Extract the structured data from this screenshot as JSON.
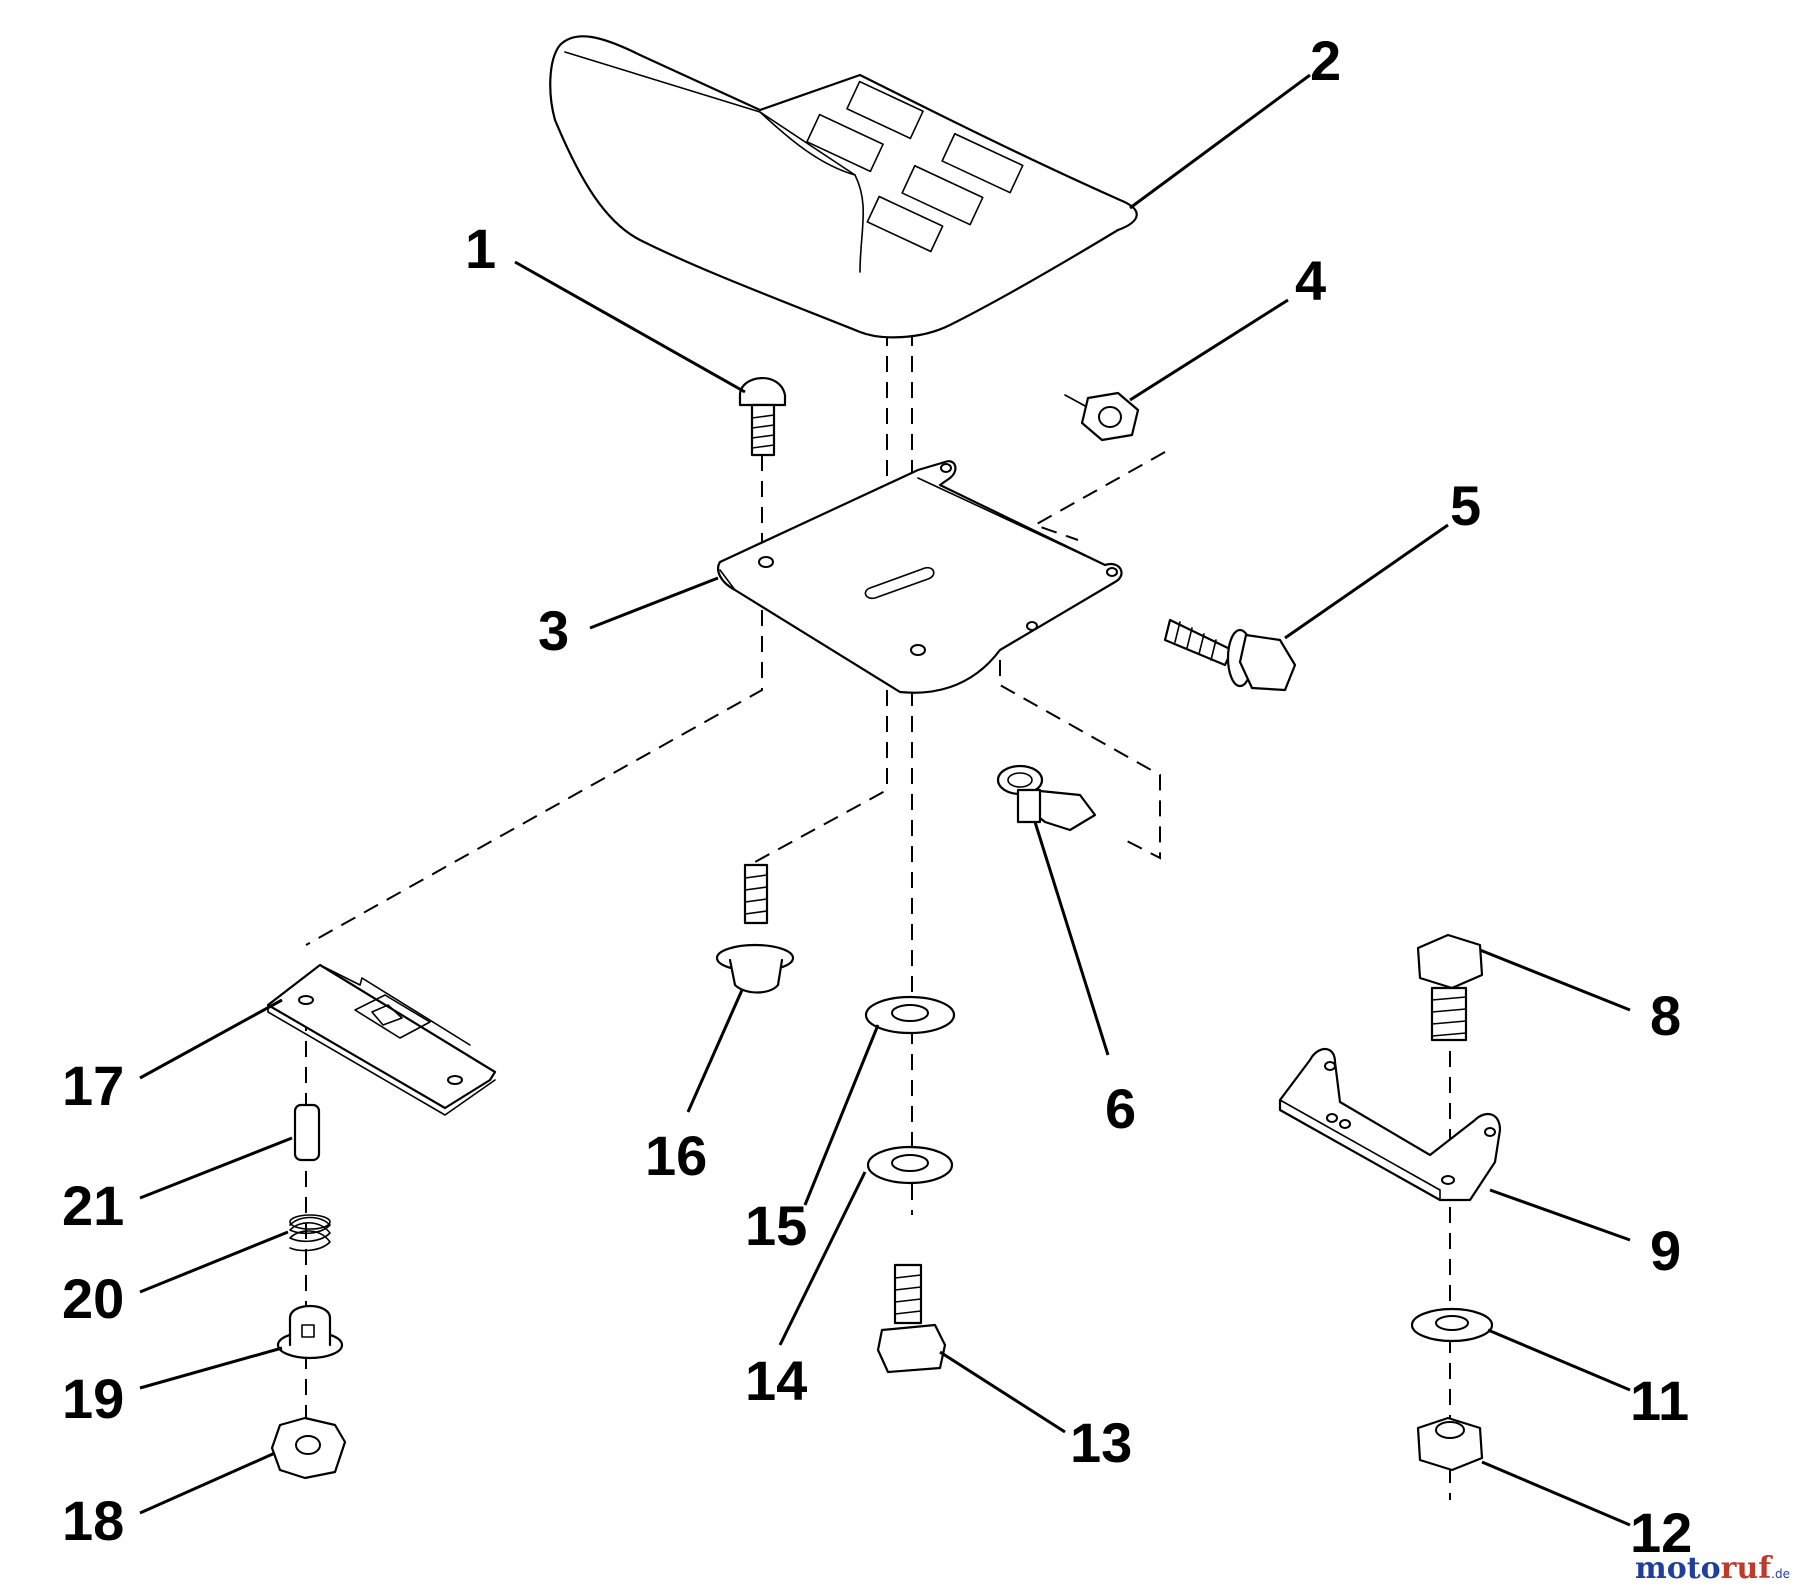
{
  "callouts": {
    "c1": "1",
    "c2": "2",
    "c3": "3",
    "c4": "4",
    "c5": "5",
    "c6": "6",
    "c8": "8",
    "c9": "9",
    "c11": "11",
    "c12": "12",
    "c13": "13",
    "c14": "14",
    "c15": "15",
    "c16": "16",
    "c17": "17",
    "c18": "18",
    "c19": "19",
    "c20": "20",
    "c21": "21"
  },
  "watermark": {
    "m1": "m",
    "o1": "o",
    "t": "t",
    "o2": "o",
    "r": "r",
    "u": "u",
    "f": "f",
    "suffix": ".de"
  },
  "colors": {
    "m1": "#1f3f9a",
    "o1": "#1f3f9a",
    "t": "#1f3f9a",
    "o2": "#1f3f9a",
    "r": "#c0392b",
    "u": "#c0392b",
    "f": "#c0392b"
  }
}
